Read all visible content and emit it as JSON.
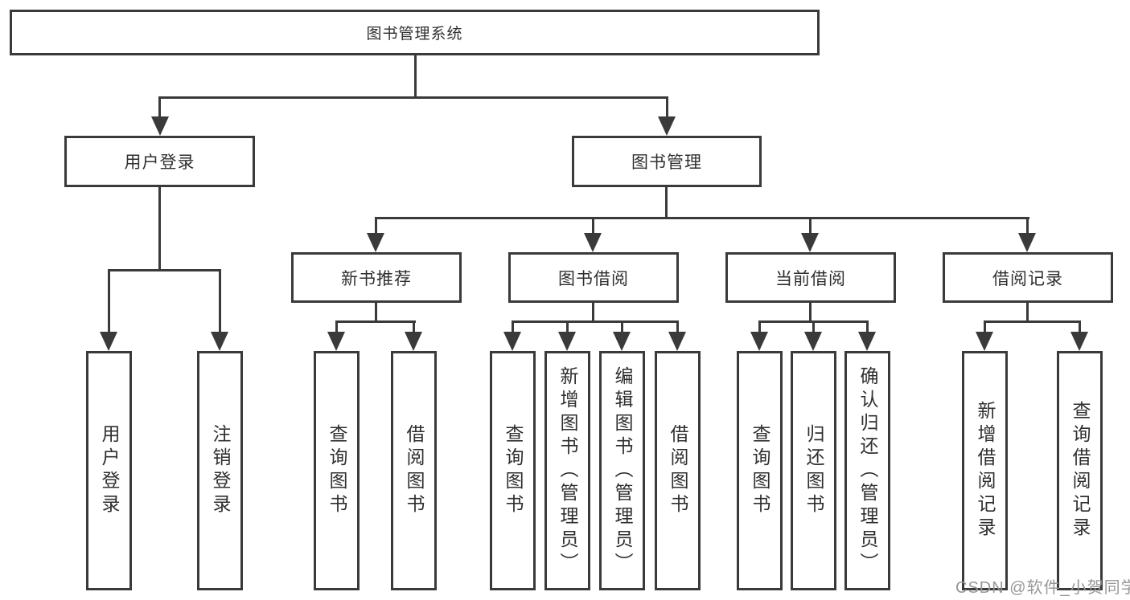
{
  "tree": {
    "root": "图书管理系统",
    "branches": [
      {
        "label": "用户登录",
        "children": [
          "用户登录",
          "注销登录"
        ]
      },
      {
        "label": "图书管理",
        "groups": [
          {
            "label": "新书推荐",
            "children": [
              "查询图书",
              "借阅图书"
            ]
          },
          {
            "label": "图书借阅",
            "children": [
              "查询图书",
              "新增图书（管理员）",
              "编辑图书（管理员）",
              "借阅图书"
            ]
          },
          {
            "label": "当前借阅",
            "children": [
              "查询图书",
              "归还图书",
              "确认归还（管理员）"
            ]
          },
          {
            "label": "借阅记录",
            "children": [
              "新增借阅记录",
              "查询借阅记录"
            ]
          }
        ]
      }
    ]
  },
  "watermark": {
    "text": "CSDN @软件_小贺同学"
  },
  "colors": {
    "line": "#3a3a3a",
    "box_border": "#3a3a3a",
    "text": "#2f2f2f",
    "watermark": "#979797",
    "background": "#ffffff"
  }
}
